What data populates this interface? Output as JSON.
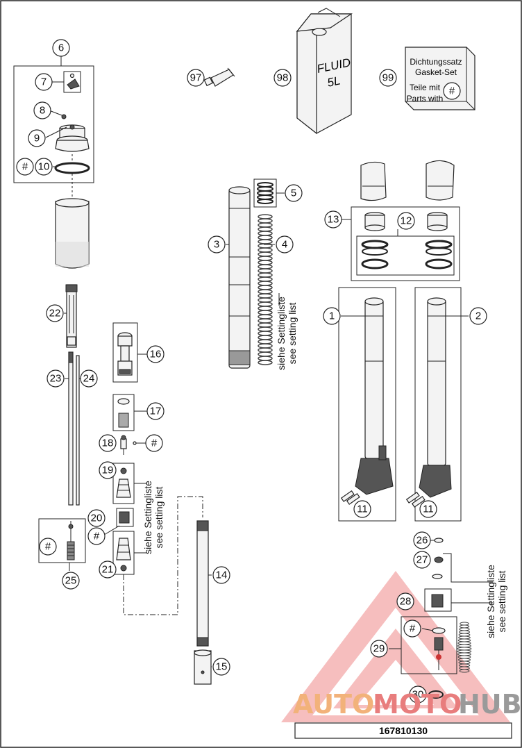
{
  "callouts": {
    "c1": "1",
    "c2": "2",
    "c3": "3",
    "c4": "4",
    "c5": "5",
    "c6": "6",
    "c7": "7",
    "c8": "8",
    "c9": "9",
    "c10": "10",
    "c11a": "11",
    "c11b": "11",
    "c12": "12",
    "c13": "13",
    "c14": "14",
    "c15": "15",
    "c16": "16",
    "c17": "17",
    "c18": "18",
    "c19": "19",
    "c20": "20",
    "c21": "21",
    "c22": "22",
    "c23": "23",
    "c24": "24",
    "c25": "25",
    "c26": "26",
    "c27": "27",
    "c28": "28",
    "c29": "29",
    "c30": "30",
    "c97": "97",
    "c98": "98",
    "c99": "99",
    "hash": "#"
  },
  "gasket_box": {
    "line1": "Dichtungssatz",
    "line2": "Gasket-Set",
    "line3": "Teile mit",
    "line4": "Parts with"
  },
  "fluid_can": {
    "line1": "FLUID",
    "line2": "5L"
  },
  "setting_note": {
    "german": "siehe Settingliste",
    "english": "see setting list"
  },
  "watermark": {
    "part1": "AUTO",
    "part2": "MOTO",
    "part3": "HUB",
    "colors": [
      "#f2b27a",
      "#e87d7d",
      "#9a9a9a"
    ]
  },
  "drawing_number": "167810130"
}
